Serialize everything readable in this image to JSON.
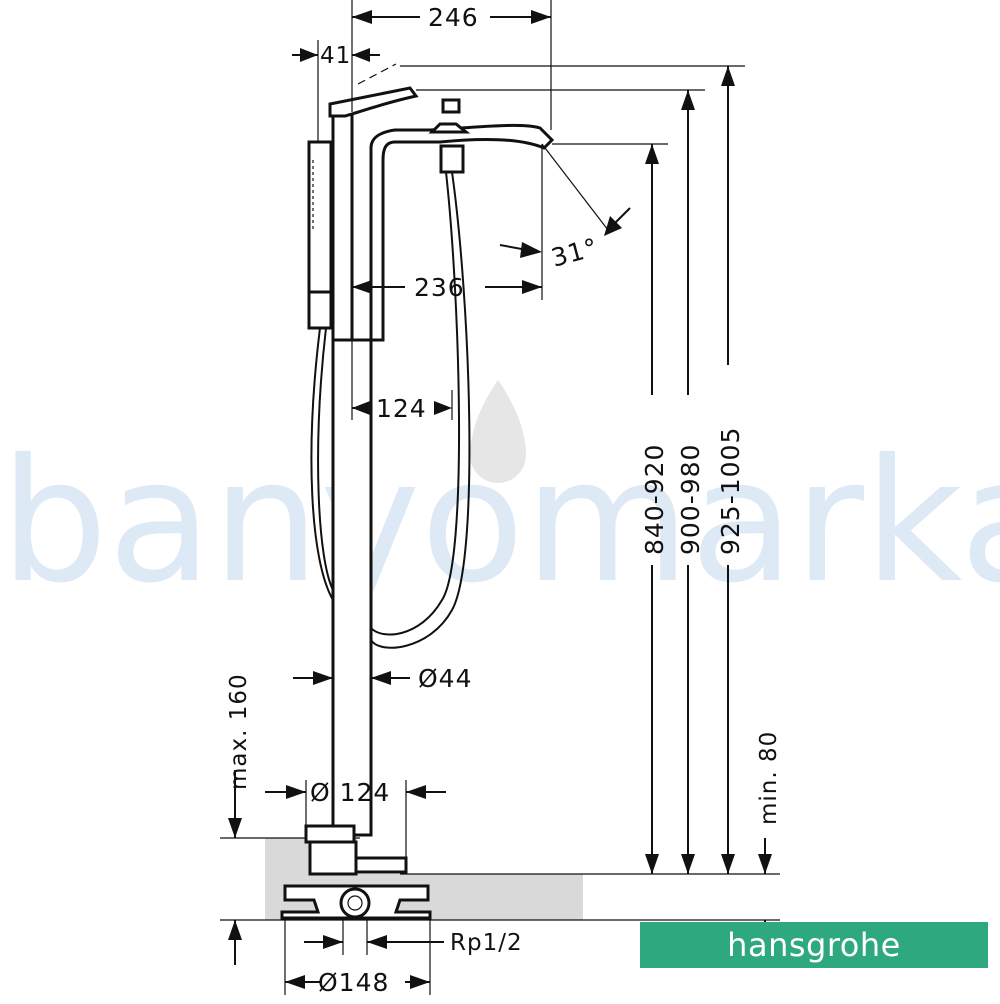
{
  "watermark": {
    "text": "banyomarka"
  },
  "brand": {
    "logo_text": "hansgrohe",
    "color": "#2ea87e"
  },
  "dimensions": {
    "spout_reach_top": "246",
    "handle_offset": "41",
    "spout_reach": "236",
    "angle": "31°",
    "shaft_offset": "124",
    "height_1": "840-920",
    "height_2": "900-980",
    "height_3": "925-1005",
    "pipe_diameter": "Ø44",
    "max_label": "max. 160",
    "min_label": "min. 80",
    "base_diameter": "Ø 124",
    "connection": "Rp1/2",
    "base_plate": "Ø148"
  },
  "colors": {
    "line": "#111111",
    "floor": "#d9d9d9",
    "watermark": "#dde9f5"
  }
}
